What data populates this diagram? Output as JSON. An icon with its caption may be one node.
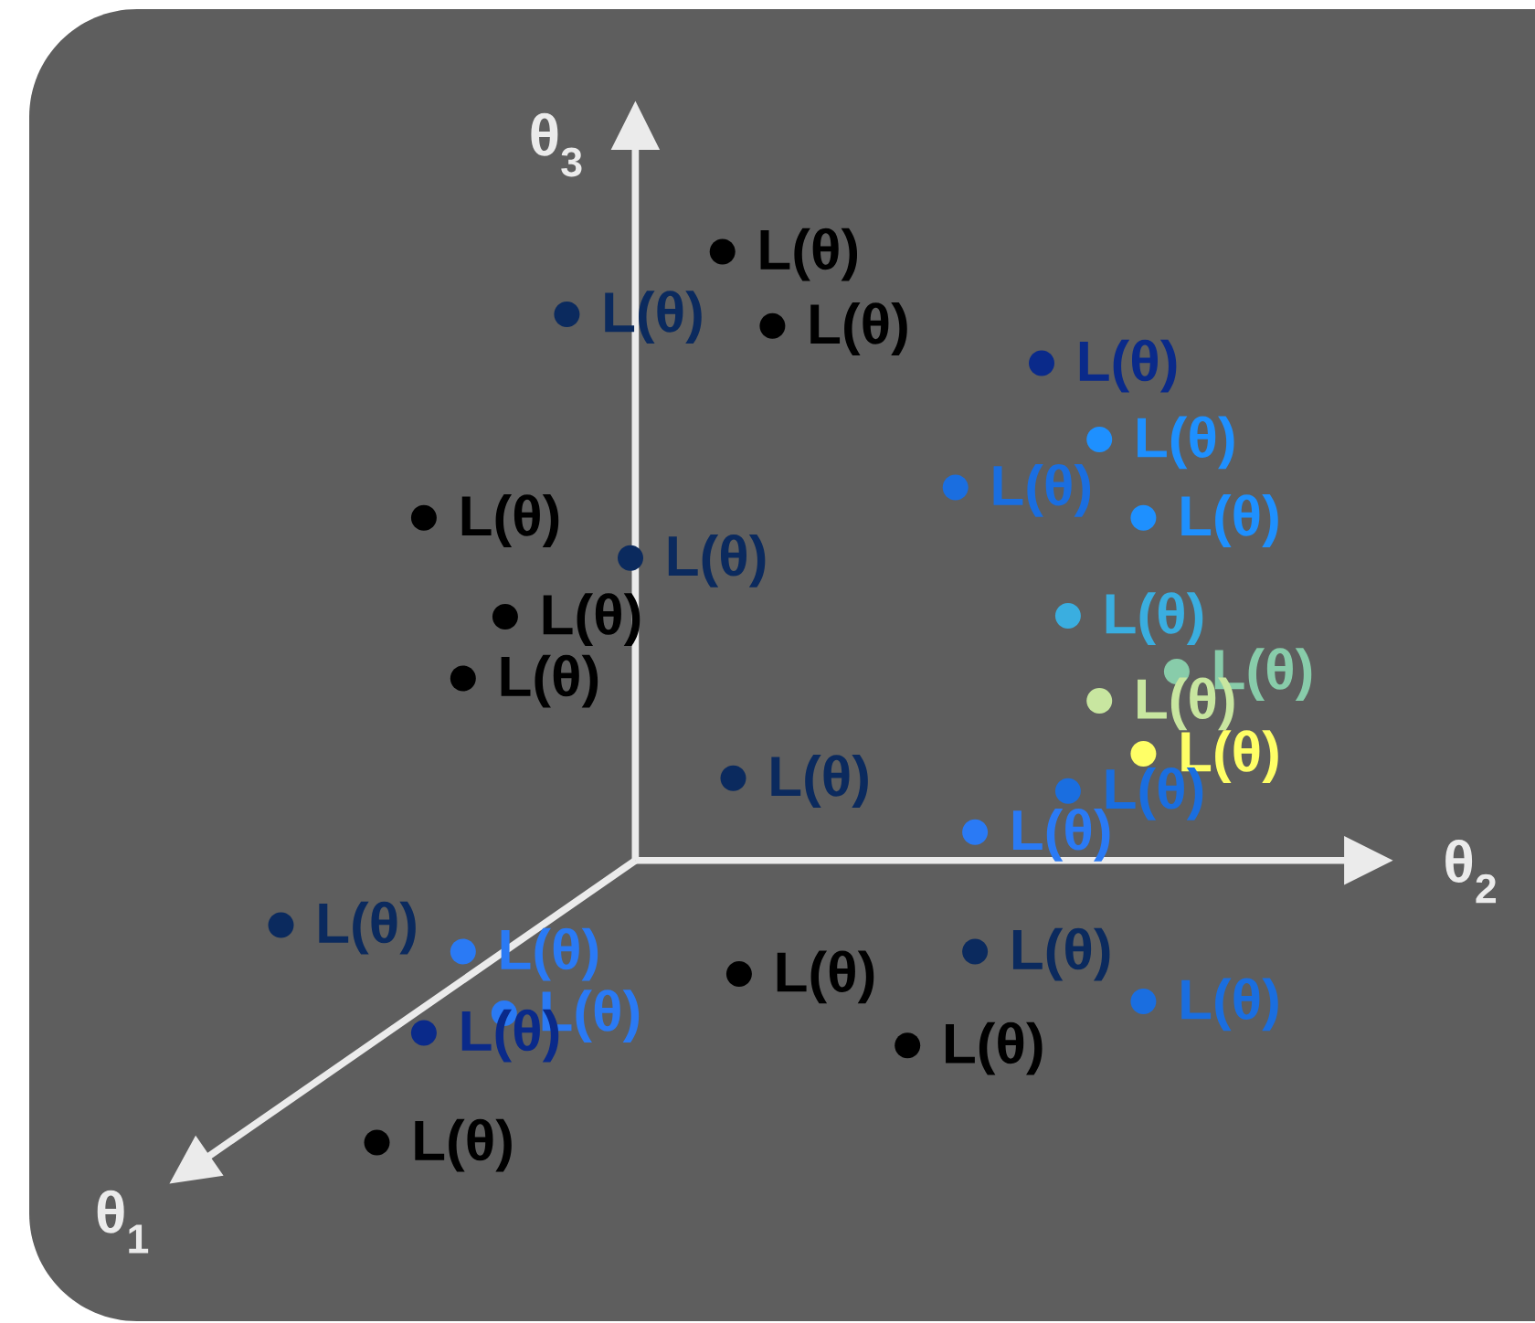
{
  "diagram": {
    "labels": [
      "θ$_{3}$",
      "L(θ)",
      "L(θ)",
      "L(θ)",
      "L(θ)",
      "L(θ)",
      "L(θ)",
      "L(θ)",
      "L(θ)",
      "L(θ)",
      "L(θ)",
      "L(θ)",
      "L(θ)",
      "L(θ)",
      "L(θ)",
      "L(θ)",
      "L(θ)",
      "L(θ)",
      "L(θ)",
      "θ$_{2}$",
      "L(θ)",
      "L(θ)",
      "L(θ)",
      "L(θ)",
      "L(θ)",
      "L(θ)",
      "L(θ)",
      "L(θ)",
      "L(θ)",
      "θ$_{1}$"
    ]
  }
}
